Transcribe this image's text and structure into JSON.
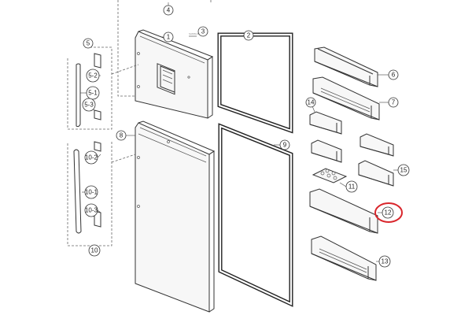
{
  "callouts": {
    "c1": "1",
    "c2": "2",
    "c3": "3",
    "c4": "4",
    "c5": "5",
    "c5_1": "5-1",
    "c5_2": "5-2",
    "c5_3": "5-3",
    "c6": "6",
    "c7": "7",
    "c8": "8",
    "c9": "9",
    "c10": "10",
    "c10_1": "10-1",
    "c10_2": "10-2",
    "c10_3": "10-3",
    "c11": "11",
    "c12": "12",
    "c13": "13",
    "c14": "14",
    "c15": "15"
  },
  "highlight": {
    "target": "12",
    "color": "#d9262c"
  }
}
